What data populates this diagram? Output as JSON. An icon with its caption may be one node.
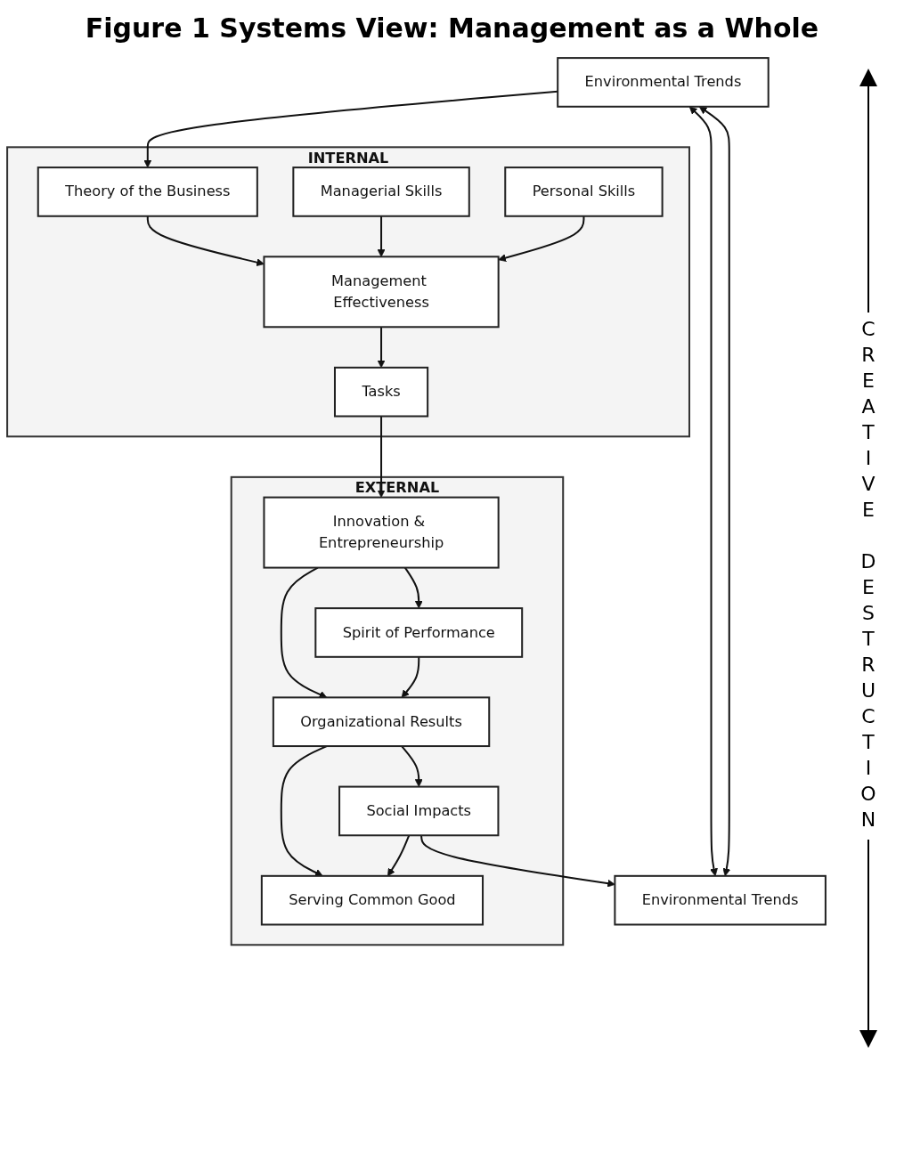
{
  "diagram": {
    "title": "Figure 1 Systems View: Management as a Whole",
    "nodes": [
      {
        "text": [
          "Environmental Trends"
        ]
      },
      {
        "text": [
          "INTERNAL"
        ]
      },
      {
        "text": [
          "Theory of the Business"
        ],
        "in": 1
      },
      {
        "text": [
          "Managerial Skills"
        ],
        "in": 1
      },
      {
        "text": [
          "Management Effectiveness"
        ],
        "in": 1
      },
      {
        "text": [
          "Personal Skills"
        ],
        "in": 1
      },
      {
        "text": [
          "Tasks"
        ],
        "in": 1
      },
      {
        "text": [
          "EXTERNAL"
        ]
      },
      {
        "text": [
          "Innovation & Entrepreneurship"
        ],
        "in": 7
      },
      {
        "text": [
          "Spirit of Performance"
        ],
        "in": 7
      },
      {
        "text": [
          "Organizational Results"
        ],
        "in": 7
      },
      {
        "text": [
          "Serving Common Good"
        ],
        "in": 7
      },
      {
        "text": [
          "Social Impacts"
        ],
        "in": 7
      },
      {
        "text": [
          "Environmental Trends"
        ]
      }
    ],
    "edges": [
      {
        "from": 0,
        "to": 2,
        "arrow": "to"
      },
      {
        "from": 2,
        "to": 4,
        "arrow": "to"
      },
      {
        "from": 3,
        "to": 4,
        "arrow": "to"
      },
      {
        "from": 5,
        "to": 4,
        "arrow": "to"
      },
      {
        "from": 4,
        "to": 6,
        "arrow": "to"
      },
      {
        "from": 6,
        "to": 8,
        "arrow": "to"
      },
      {
        "from": 8,
        "to": 9,
        "arrow": "to"
      },
      {
        "from": 8,
        "to": 10,
        "arrow": "to"
      },
      {
        "from": 9,
        "to": 10,
        "arrow": "to"
      },
      {
        "from": 10,
        "to": 11,
        "arrow": "to"
      },
      {
        "from": 10,
        "to": 12,
        "arrow": "to"
      },
      {
        "from": 12,
        "to": 11,
        "arrow": "to"
      },
      {
        "from": 12,
        "to": 13,
        "arrow": "to"
      },
      {
        "from": 0,
        "to": 13,
        "arrow": "both"
      },
      {
        "from": 0,
        "to": 13,
        "arrow": "both"
      }
    ],
    "labels": [
      "CREATIVE DESTRUCTION"
    ]
  }
}
